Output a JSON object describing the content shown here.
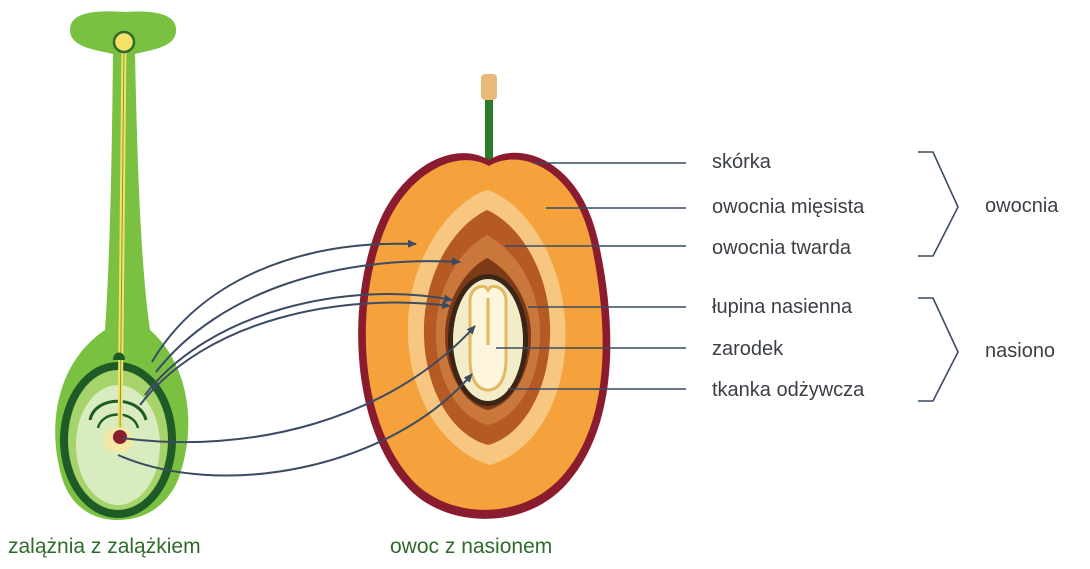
{
  "labels": {
    "skorka": "skórka",
    "owocnia_miesista": "owocnia mięsista",
    "owocnia_twarda": "owocnia twarda",
    "owocnia": "owocnia",
    "lupina_nasienna": "łupina nasienna",
    "zarodek": "zarodek",
    "tkanka_odzywcza": "tkanka odżywcza",
    "nasiono": "nasiono"
  },
  "captions": {
    "ovary": "zalążnia z zalążkiem",
    "fruit": "owoc z nasionem"
  },
  "colors": {
    "ovary_green": "#7ac142",
    "ovary_dark": "#1e5b26",
    "ovule_light": "#d9ecc0",
    "fruit_skin": "#8b1b2e",
    "fruit_flesh": "#f5a23d",
    "fruit_light": "#f7c681",
    "stone": "#b65a25",
    "stone_dark": "#7d3a17",
    "seed": "#f3ecc8",
    "embryo": "#f7d188",
    "arrow": "#3a4b63",
    "line": "#3a4b63"
  }
}
